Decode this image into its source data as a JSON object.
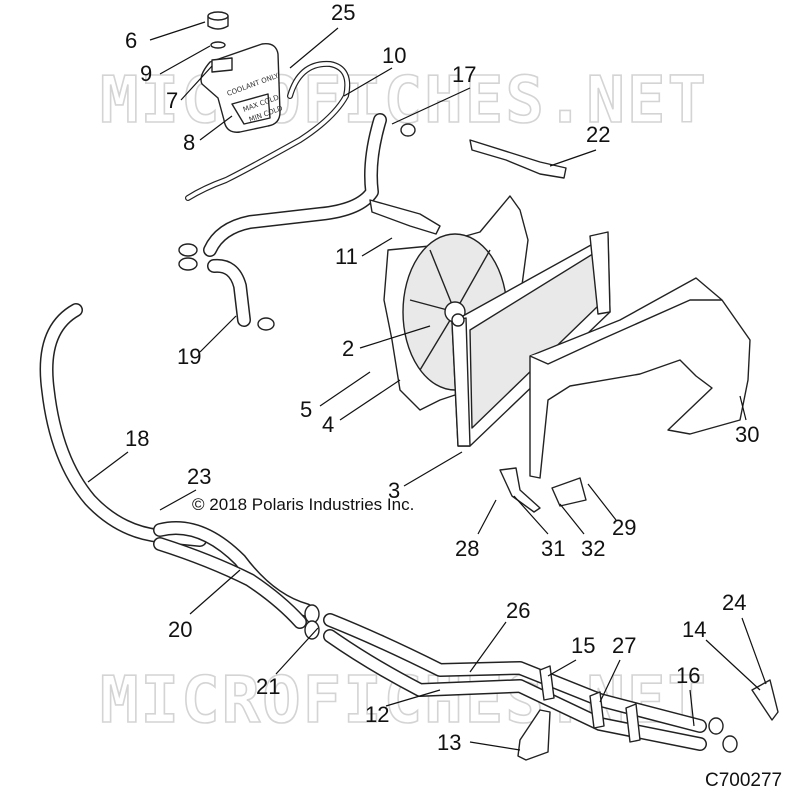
{
  "watermark": "MICROFICHES.NET",
  "copyright": "© 2018 Polaris Industries Inc.",
  "diagram_code": "C700277",
  "tank_labels": {
    "coolant": "COOLANT ONLY",
    "max": "MAX COLD",
    "min": "MIN COLD"
  },
  "callouts": {
    "c2": "2",
    "c3": "3",
    "c4": "4",
    "c5": "5",
    "c6": "6",
    "c7": "7",
    "c8": "8",
    "c9": "9",
    "c10": "10",
    "c11": "11",
    "c12": "12",
    "c13": "13",
    "c14": "14",
    "c15": "15",
    "c16": "16",
    "c17": "17",
    "c18": "18",
    "c19": "19",
    "c20": "20",
    "c21": "21",
    "c22": "22",
    "c23": "23",
    "c24": "24",
    "c25": "25",
    "c26": "26",
    "c27": "27",
    "c28": "28",
    "c29": "29",
    "c30": "30",
    "c31": "31",
    "c32": "32"
  }
}
